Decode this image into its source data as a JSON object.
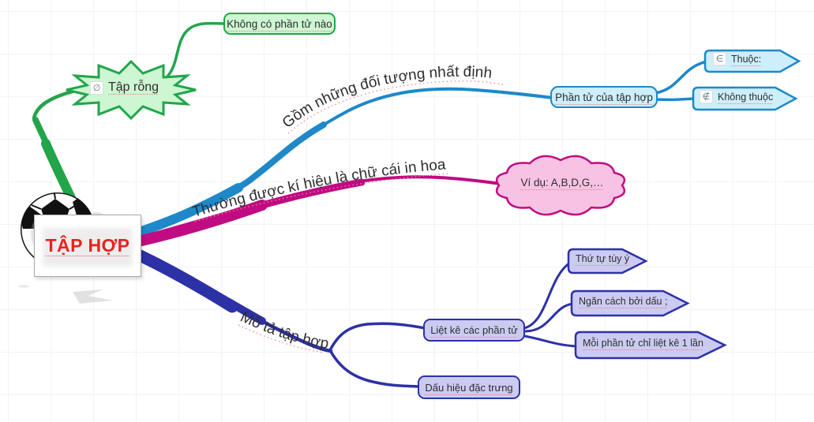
{
  "root": {
    "label": "TẬP HỢP",
    "text_color": "#e8231d"
  },
  "branches": {
    "empty_set": {
      "color": "#22a54a",
      "fill": "#cdf6d3",
      "node": {
        "symbol": "∅",
        "label": "Tập rỗng"
      },
      "leaf": {
        "label": "Không có phần tử nào"
      }
    },
    "elements": {
      "color": "#1e88c9",
      "fill": "#cdeefb",
      "branch_label": "Gồm những đối tượng nhất định",
      "node": {
        "label": "Phần tử của tập hợp"
      },
      "leaves": [
        {
          "symbol": "∈",
          "label": "Thuộc:"
        },
        {
          "symbol": "∉",
          "label": "Không thuộc"
        }
      ]
    },
    "notation": {
      "color": "#c00b82",
      "fill": "#f7c2e4",
      "branch_label": "Thường được kí hiệu là chữ cái in hoa",
      "leaf": {
        "label": "Ví dụ: A,B,D,G,…"
      }
    },
    "description": {
      "color": "#2d31a6",
      "fill": "#cbcbf2",
      "branch_label": "Mô tả tập hợp",
      "nodes": [
        {
          "label": "Liệt kê các phần tử",
          "leaves": [
            {
              "label": "Thứ tự tùy ý"
            },
            {
              "label": "Ngăn cách bởi dấu ;"
            },
            {
              "label": "Mỗi phần tử chỉ liệt kê 1 lần"
            }
          ]
        },
        {
          "label": "Dấu hiệu đặc trưng"
        }
      ]
    }
  }
}
